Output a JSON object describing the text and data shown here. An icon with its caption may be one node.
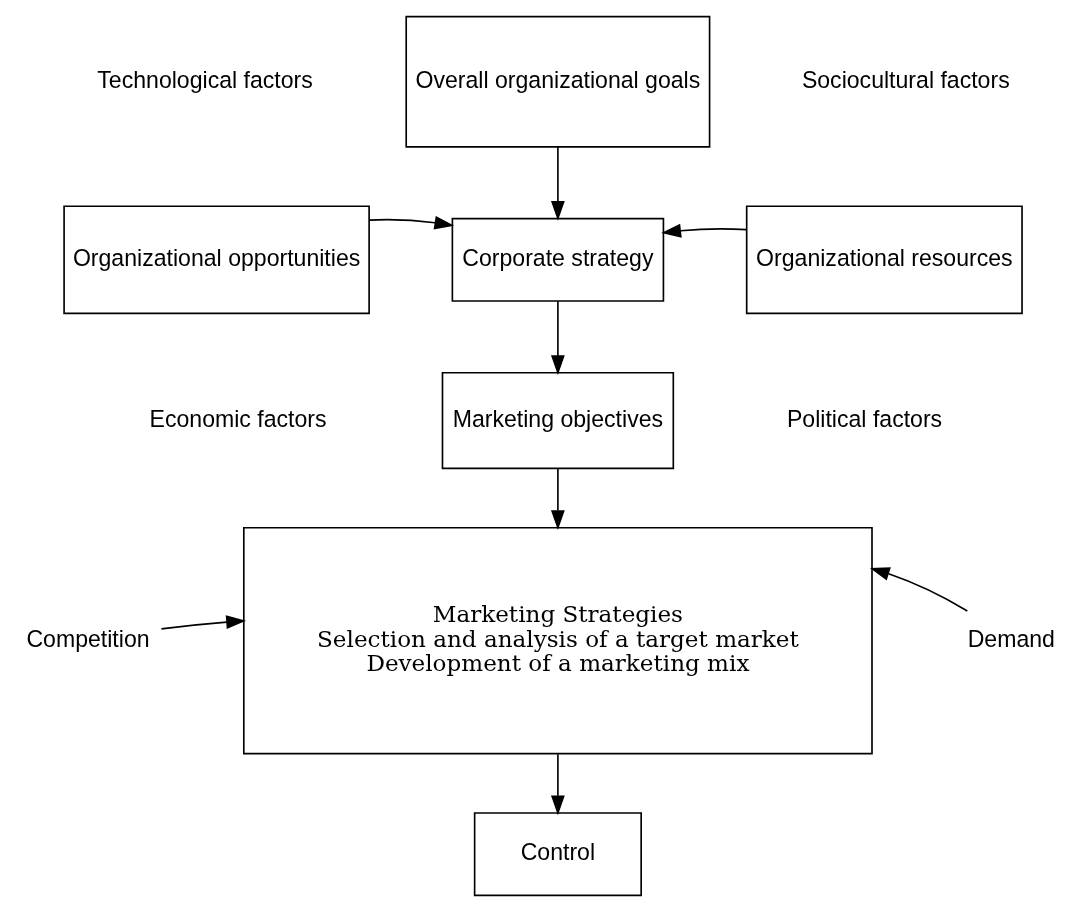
{
  "diagram": {
    "nodes": [
      {
        "text": [
          "Overall organizational goals"
        ]
      },
      {
        "text": [
          "Organizational opportunities"
        ]
      },
      {
        "text": [
          "Corporate strategy"
        ]
      },
      {
        "text": [
          "Organizational resources"
        ]
      },
      {
        "text": [
          "Marketing objectives"
        ]
      },
      {
        "text": [
          "Marketing Strategies",
          "Selection and analysis of a target market",
          "Development of a marketing mix"
        ]
      },
      {
        "text": [
          "Competition"
        ]
      },
      {
        "text": [
          "Demand"
        ]
      },
      {
        "text": [
          "Control"
        ]
      }
    ],
    "edges": [
      {
        "from": 0,
        "to": 2,
        "arrow": "to"
      },
      {
        "from": 1,
        "to": 2,
        "arrow": "to"
      },
      {
        "from": 3,
        "to": 2,
        "arrow": "to"
      },
      {
        "from": 2,
        "to": 4,
        "arrow": "to"
      },
      {
        "from": 4,
        "to": 5,
        "arrow": "to"
      },
      {
        "from": 6,
        "to": 5,
        "arrow": "to"
      },
      {
        "from": 7,
        "to": 5,
        "arrow": "to"
      },
      {
        "from": 5,
        "to": 8,
        "arrow": "to"
      }
    ],
    "labels": [
      "Technological factors",
      "Sociocultural factors",
      "Economic factors",
      "Political factors"
    ]
  }
}
